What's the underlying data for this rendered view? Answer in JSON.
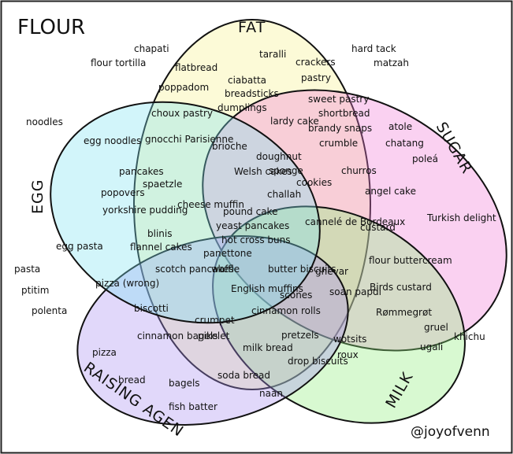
{
  "title": "FLOUR",
  "credit": "@joyofvenn",
  "sets": [
    {
      "name": "FAT",
      "color": "#f7f08c"
    },
    {
      "name": "SUGAR",
      "color": "#f07ad6"
    },
    {
      "name": "MILK",
      "color": "#8fef7a"
    },
    {
      "name": "RAISING AGEN",
      "color": "#a88ff0"
    },
    {
      "name": "EGG",
      "color": "#7fe3f2"
    }
  ],
  "items": [
    "chapati",
    "flour tortilla",
    "hard tack",
    "matzah",
    "noodles",
    "pasta",
    "ptitim",
    "polenta",
    "khichu",
    "flatbread",
    "taralli",
    "crackers",
    "pastry",
    "poppadom",
    "ciabatta",
    "breadsticks",
    "dumplings",
    "sweet pastry",
    "shortbread",
    "brandy snaps",
    "crumble",
    "lardy cake",
    "choux pastry",
    "gnocchi Parisienne",
    "brioche",
    "doughnut",
    "egg noodles",
    "Welsh cakes",
    "sponge",
    "cookies",
    "challah",
    "churros",
    "atole",
    "chatang",
    "poleá",
    "angel cake",
    "pancakes",
    "spaetzle",
    "popovers",
    "yorkshire pudding",
    "cheese muffin",
    "pound cake",
    "yeast pancakes",
    "hot cross buns",
    "cannelé de Bordeaux",
    "custard",
    "Turkish delight",
    "blinis",
    "flannel cakes",
    "egg pasta",
    "panettone",
    "scotch pancakes",
    "waffle",
    "butter biscuits",
    "ghevar",
    "flour buttercream",
    "Birds custard",
    "pizza (wrong)",
    "English muffins",
    "scones",
    "soan papdi",
    "biscotti",
    "cinnamon rolls",
    "Rømmegrøt",
    "gruel",
    "crumpet",
    "ugali",
    "cinnamon bagels",
    "pikelet",
    "pretzels",
    "milk bread",
    "wotsits",
    "drop biscuits",
    "roux",
    "pizza",
    "bread",
    "bagels",
    "soda bread",
    "naan",
    "fish batter"
  ]
}
